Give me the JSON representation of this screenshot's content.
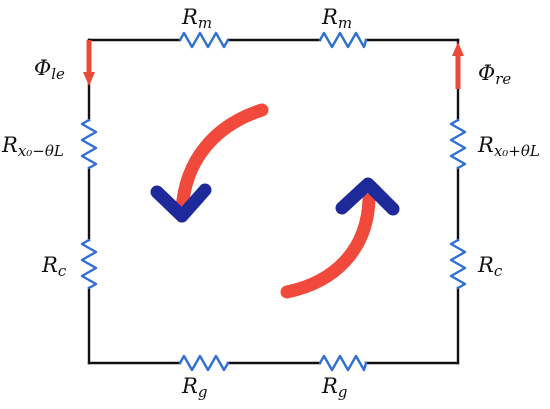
{
  "labels": {
    "top_left_resistor": {
      "symbol": "R",
      "sub": "m"
    },
    "top_right_resistor": {
      "symbol": "R",
      "sub": "m"
    },
    "bottom_left_resistor": {
      "symbol": "R",
      "sub": "g"
    },
    "bottom_right_resistor": {
      "symbol": "R",
      "sub": "g"
    },
    "left_upper_resistor": {
      "symbol": "R",
      "sub": "x₀−θL"
    },
    "left_lower_resistor": {
      "symbol": "R",
      "sub": "c"
    },
    "right_upper_resistor": {
      "symbol": "R",
      "sub": "x₀+θL"
    },
    "right_lower_resistor": {
      "symbol": "R",
      "sub": "c"
    },
    "left_flux": {
      "symbol": "Φ",
      "sub": "le"
    },
    "right_flux": {
      "symbol": "Φ",
      "sub": "re"
    }
  },
  "colors": {
    "wire": "#111111",
    "resistor": "#2f6fd6",
    "flux_arrow": "#ea4a3a",
    "loop_arrow_body": "#f14a3c",
    "loop_arrow_head": "#1f2a9a"
  },
  "icons": {
    "resistor": "zigzag-resistor-icon",
    "flux_arrow": "red-straight-arrow-icon",
    "loop_arrow": "curved-circulation-arrow-icon"
  }
}
